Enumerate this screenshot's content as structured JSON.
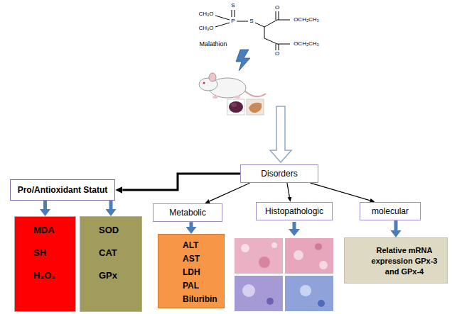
{
  "diagram": {
    "nodes": [
      {
        "text": [
          "Disorders"
        ]
      },
      {
        "text": [
          "Pro/Antioxidant Statut"
        ]
      },
      {
        "text": [
          "Metabolic"
        ]
      },
      {
        "text": [
          "Histopathologic"
        ]
      },
      {
        "text": [
          "molecular"
        ]
      },
      {
        "text": [
          "MDA",
          "SH",
          "H₂O₂"
        ]
      },
      {
        "text": [
          "SOD",
          "CAT",
          "GPx"
        ]
      },
      {
        "text": [
          "ALT",
          "AST",
          "LDH",
          "PAL",
          "Biluribin"
        ]
      },
      {
        "text": [
          "Relative mRNA expression GPx-3 and GPx-4"
        ]
      }
    ],
    "edges": [
      {
        "from": 0,
        "to": 1,
        "arrow": "to"
      },
      {
        "from": 0,
        "to": 2,
        "arrow": "to"
      },
      {
        "from": 0,
        "to": 3,
        "arrow": "to"
      },
      {
        "from": 0,
        "to": 4,
        "arrow": "to"
      },
      {
        "from": 1,
        "to": 5,
        "arrow": "to"
      },
      {
        "from": 1,
        "to": 6,
        "arrow": "to"
      },
      {
        "from": 2,
        "to": 7,
        "arrow": "to"
      },
      {
        "from": 4,
        "to": 8,
        "arrow": "to"
      }
    ],
    "labels": [
      "Malathion",
      "CH₃O",
      "CH₃O",
      "P",
      "S",
      "S",
      "O",
      "OCH₂CH₃",
      "O",
      "OCH₂CH₃"
    ]
  }
}
